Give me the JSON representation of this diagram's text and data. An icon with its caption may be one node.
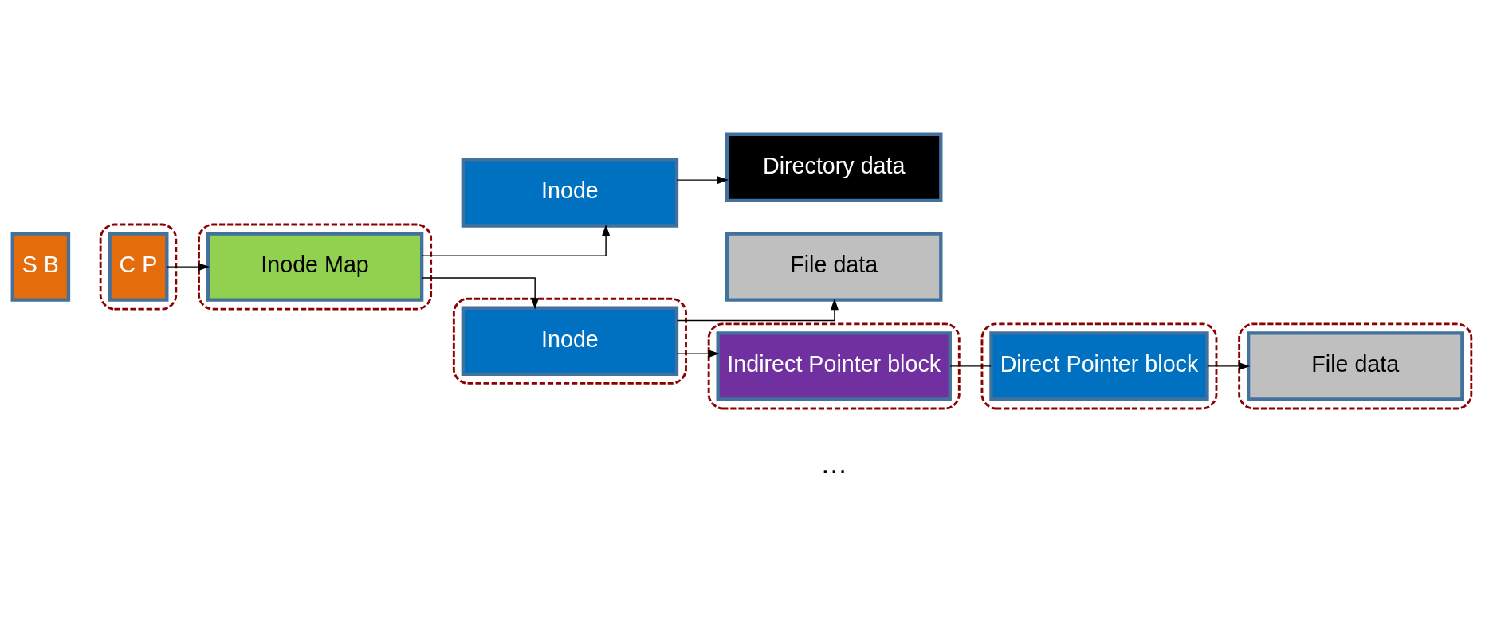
{
  "diagram": {
    "nodes": [
      {
        "text": [
          "S B"
        ]
      },
      {
        "text": [],
        "shape": "box"
      },
      {
        "text": [
          "C P"
        ],
        "in": 1
      },
      {
        "text": [],
        "shape": "box"
      },
      {
        "text": [
          "Inode Map"
        ],
        "in": 3
      },
      {
        "text": [
          "Inode"
        ]
      },
      {
        "text": [
          "Directory data"
        ]
      },
      {
        "text": [],
        "shape": "box"
      },
      {
        "text": [
          "Inode"
        ],
        "in": 7
      },
      {
        "text": [
          "File data"
        ]
      },
      {
        "text": [],
        "shape": "box"
      },
      {
        "text": [
          "File data"
        ],
        "in": 10
      },
      {
        "text": [],
        "shape": "box"
      },
      {
        "text": [
          "Indirect Pointer block"
        ],
        "in": 12
      },
      {
        "text": [],
        "shape": "box"
      },
      {
        "text": [
          "Direct Pointer block"
        ],
        "in": 14
      }
    ],
    "edges": [
      {
        "from": 2,
        "to": 4,
        "arrow": "to"
      },
      {
        "from": 4,
        "to": 5,
        "arrow": "to"
      },
      {
        "from": 4,
        "to": 8,
        "arrow": "to"
      },
      {
        "from": 5,
        "to": 6,
        "arrow": "to"
      },
      {
        "from": 8,
        "to": 9,
        "arrow": "to"
      },
      {
        "from": 8,
        "to": 13,
        "arrow": "to"
      },
      {
        "from": 13,
        "to": 15,
        "arrow": "none"
      },
      {
        "from": 15,
        "to": 11,
        "arrow": "to"
      }
    ],
    "labels": [
      "…"
    ]
  }
}
